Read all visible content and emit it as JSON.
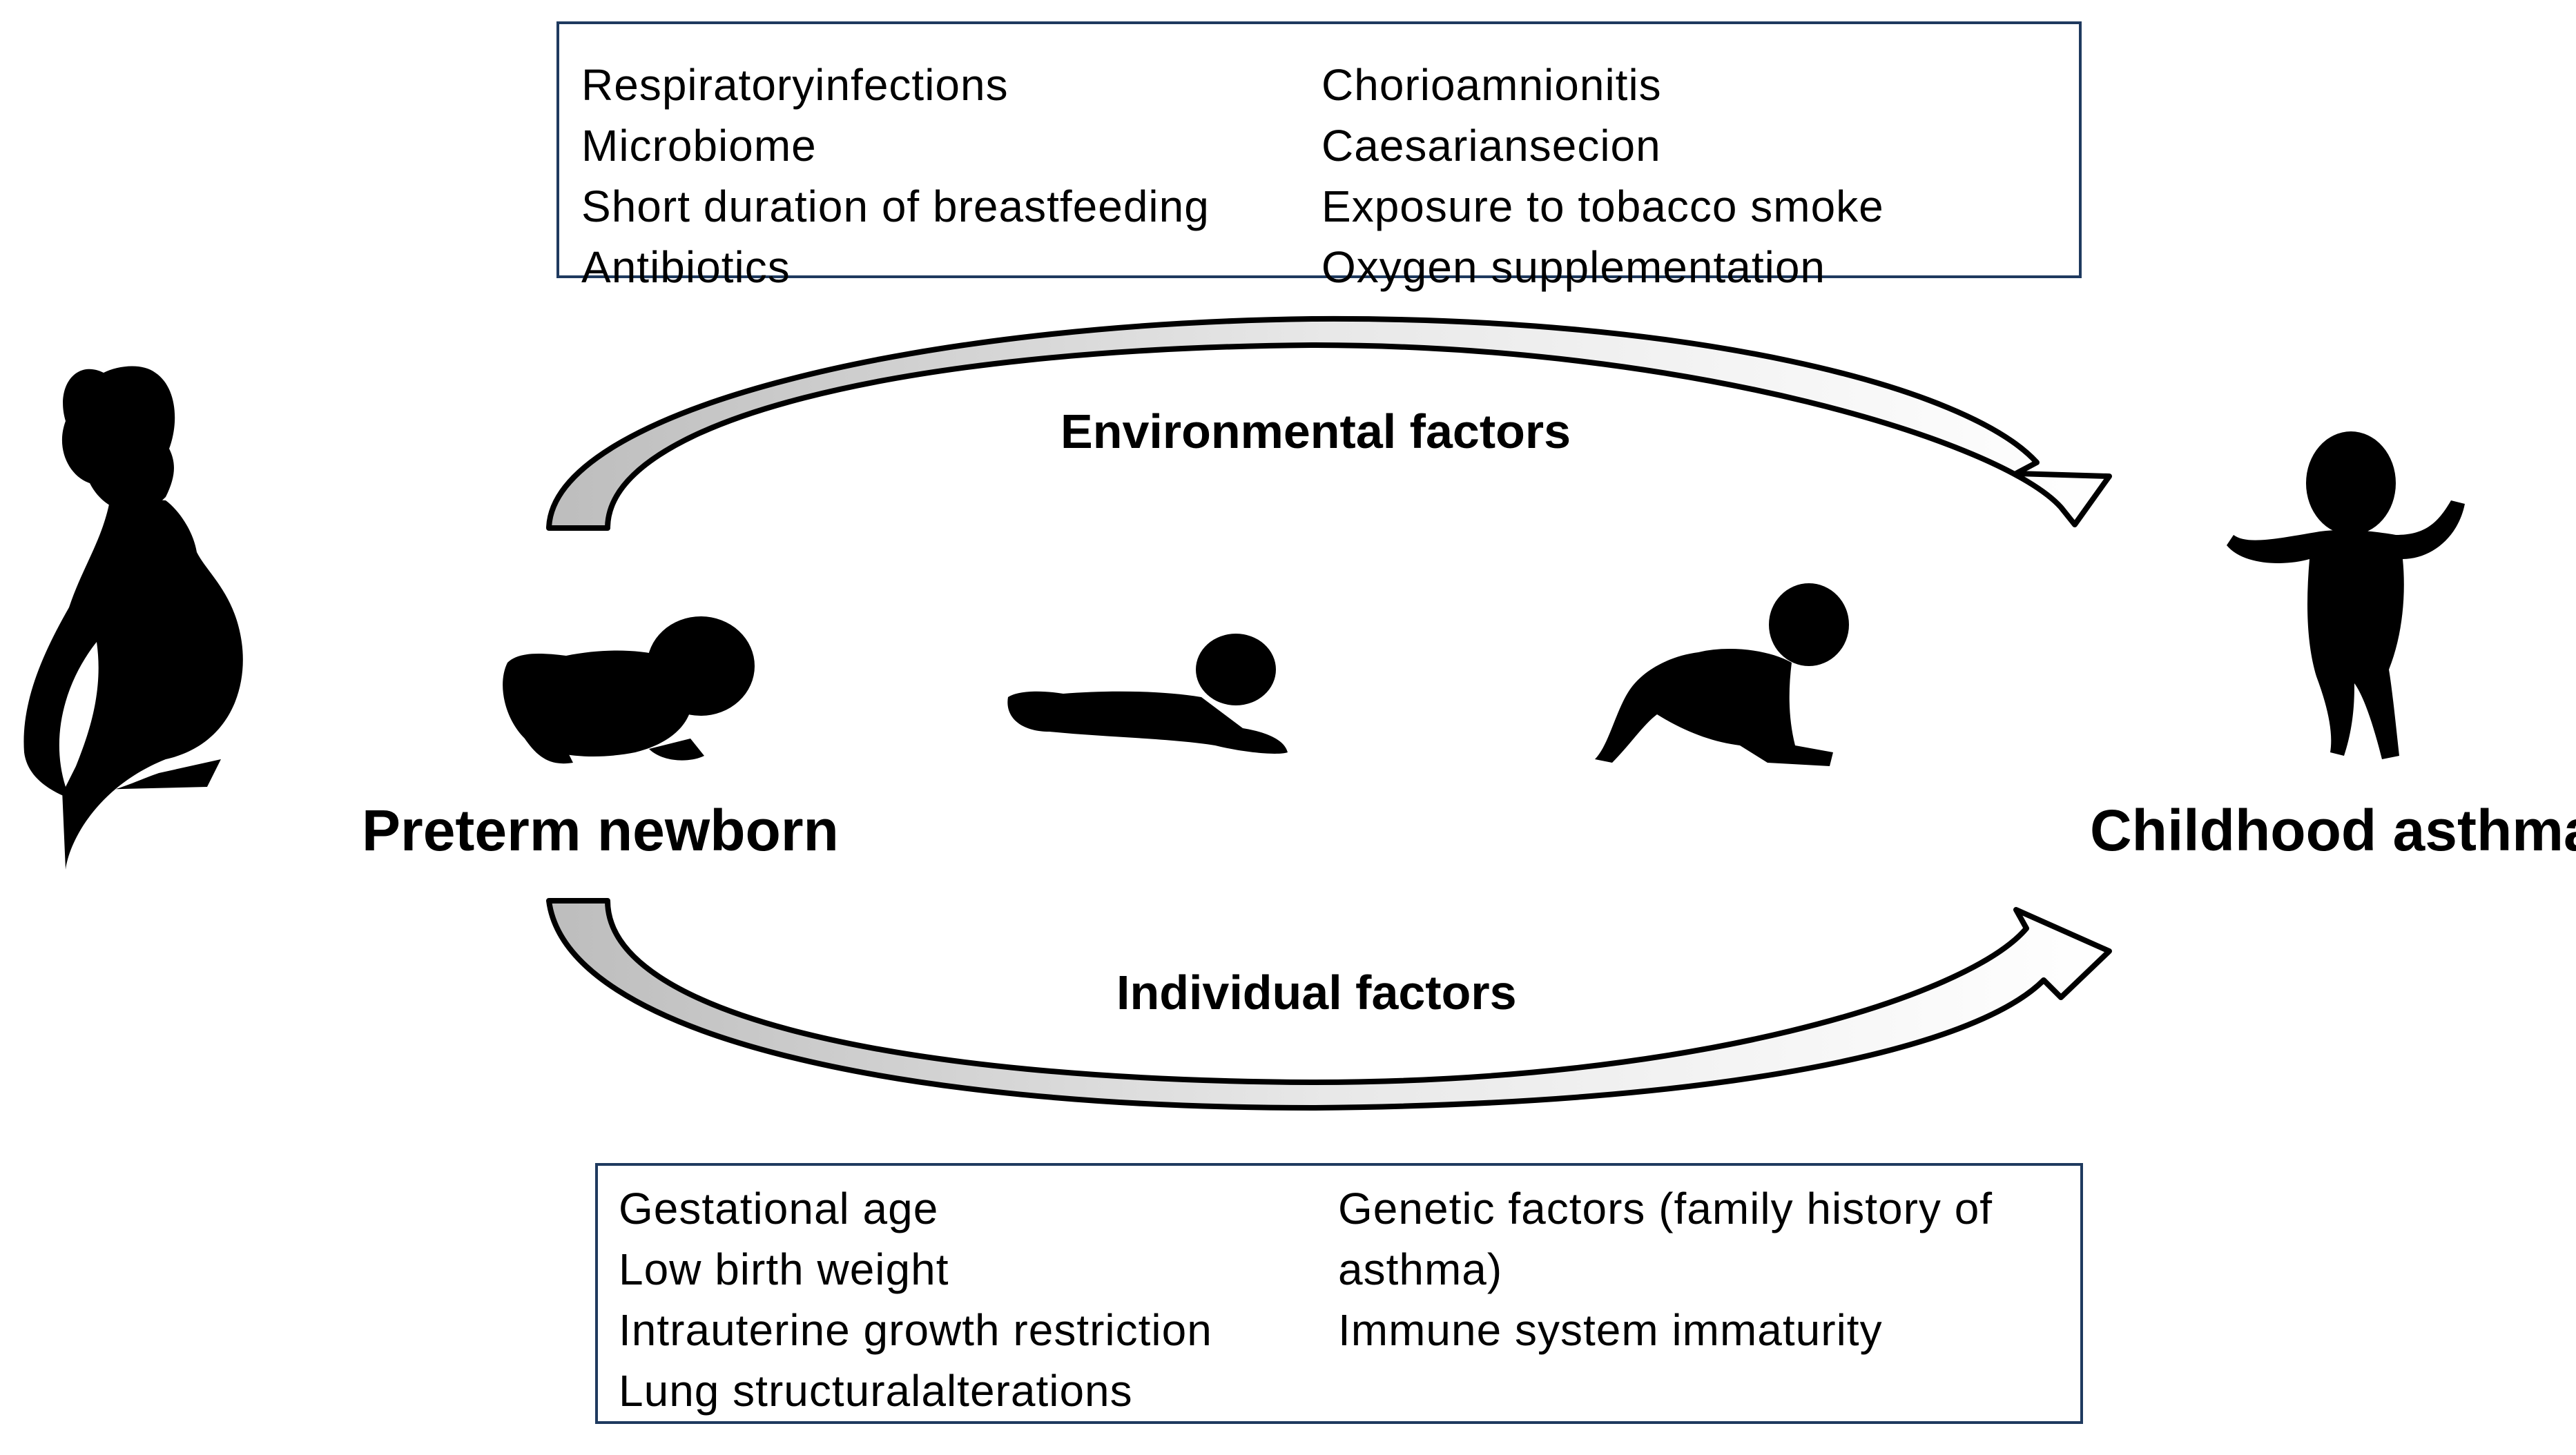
{
  "environmental_box": {
    "left_items": [
      "Respiratoryinfections",
      "Microbiome",
      "Short duration of breastfeeding",
      "Antibiotics"
    ],
    "right_items": [
      "Chorioamnionitis",
      "Caesariansecion",
      "Exposure to tobacco smoke",
      "Oxygen supplementation"
    ]
  },
  "individual_box": {
    "left_items": [
      "Gestational age",
      "Low birth weight",
      "Intrauterine growth restriction",
      "Lung structuralalterations"
    ],
    "right_items": [
      "Genetic factors (family history of asthma)",
      "Immune system immaturity"
    ]
  },
  "labels": {
    "environmental": "Environmental factors",
    "individual": "Individual factors",
    "start": "Preterm newborn",
    "end": "Childhood asthma"
  },
  "colors": {
    "box_border": "#1f3a5f",
    "arrow_fill": "#cfcfcf",
    "silhouette": "#000000"
  },
  "icons": [
    "pregnant-woman-icon",
    "newborn-icon",
    "prone-infant-icon",
    "crawling-infant-icon",
    "walking-toddler-icon"
  ]
}
